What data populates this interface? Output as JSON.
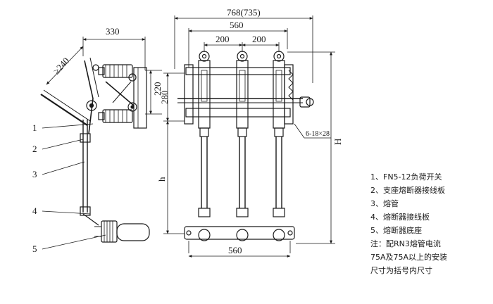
{
  "dimensions": {
    "overall_width": "768(735)",
    "width_560_top": "560",
    "pitch_left": "200",
    "pitch_right": "200",
    "width_560_bottom": "560",
    "side_330": "330",
    "handle_240": "≥240",
    "height_220": "220",
    "height_280": "280",
    "height_h": "h",
    "height_H": "H",
    "holes": "6-18×28"
  },
  "callouts": [
    "1",
    "2",
    "3",
    "4",
    "5"
  ],
  "legend": {
    "items": [
      "1、FN5-12负荷开关",
      "2、支座熔断器接线板",
      "3、熔管",
      "4、熔断器接线板",
      "5、熔断器底座"
    ],
    "notes": [
      "注：配RN3熔管电流",
      "75A及75A以上的安装",
      "尺寸为括号内尺寸"
    ]
  }
}
